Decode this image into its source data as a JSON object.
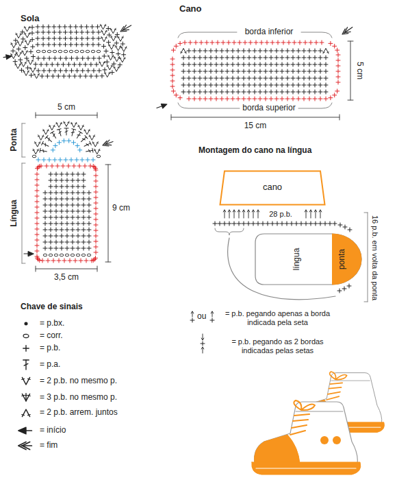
{
  "diagram": {
    "nodes": [
      {
        "text": [
          "cano"
        ]
      },
      {
        "text": [
          "língua"
        ]
      },
      {
        "text": [
          "ponta"
        ],
        "in": 1
      }
    ],
    "labels": [
      "Sola",
      "Cano",
      "borda inferior",
      "5 cm",
      "borda superior",
      "15 cm",
      "5 cm",
      "Ponta",
      "Língua",
      "9 cm",
      "3,5 cm",
      "Montagem do cano na língua",
      "28 p.b.",
      "16 p.b. em volta da ponta",
      "Chave de sinais",
      "ou"
    ],
    "legend": [
      {
        "text": "= p.bx."
      },
      {
        "text": "= corr."
      },
      {
        "text": "= p.b."
      },
      {
        "text": "= p.a."
      },
      {
        "text": "= 2 p.b. no mesmo p."
      },
      {
        "text": "= 3 p.b. no mesmo p."
      },
      {
        "text": "= 2 p.b. arrem. juntos"
      },
      {
        "text": "= início"
      },
      {
        "text": "= fim"
      },
      {
        "text": "= p.b. pegando apenas a borda indicada pela seta"
      },
      {
        "text": "= p.b. pegando as 2 bordas indicadas pelas setas"
      }
    ]
  }
}
